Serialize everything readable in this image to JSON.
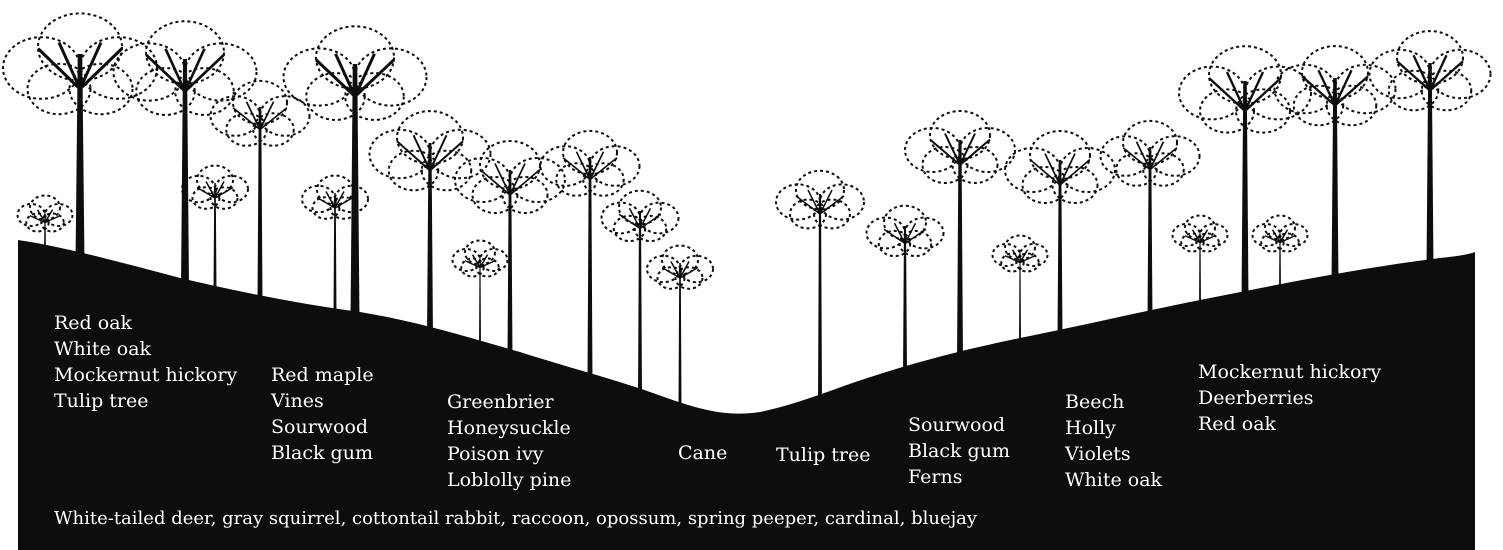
{
  "zones": [
    {
      "id": "ridge-left",
      "plants": [
        "Red oak",
        "White oak",
        "Mockernut hickory",
        "Tulip tree"
      ]
    },
    {
      "id": "slope-left",
      "plants": [
        "Red maple",
        "Vines",
        "Sourwood",
        "Black gum"
      ]
    },
    {
      "id": "lower-slope-left",
      "plants": [
        "Greenbrier",
        "Honeysuckle",
        "Poison ivy",
        "Loblolly pine"
      ]
    },
    {
      "id": "stream-bottom",
      "plants": [
        "Cane"
      ]
    },
    {
      "id": "bottom-right",
      "plants": [
        "Tulip tree"
      ]
    },
    {
      "id": "lower-slope-right",
      "plants": [
        "Sourwood",
        "Black gum",
        "Ferns"
      ]
    },
    {
      "id": "slope-right",
      "plants": [
        "Beech",
        "Holly",
        "Violets",
        "White oak"
      ]
    },
    {
      "id": "ridge-right",
      "plants": [
        "Mockernut hickory",
        "Deerberries",
        "Red oak"
      ]
    }
  ],
  "animals": "White-tailed deer, gray squirrel, cottontail rabbit, raccoon, opossum, spring peeper, cardinal, bluejay",
  "colors": {
    "silhouette": "#0d0d0d",
    "background": "#ffffff",
    "text": "#ffffff"
  }
}
